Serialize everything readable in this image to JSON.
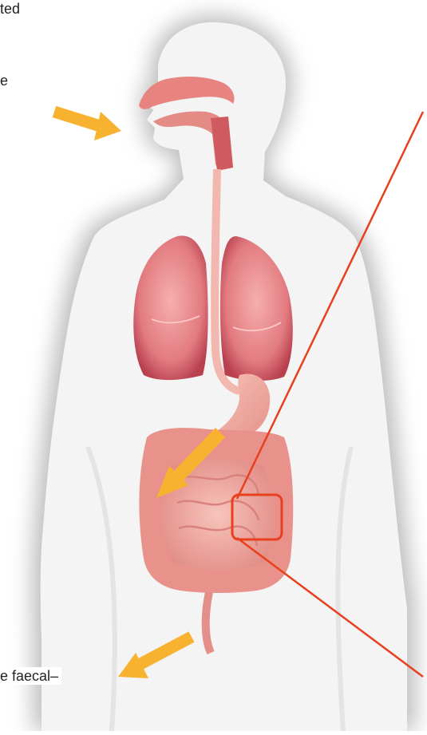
{
  "labels": {
    "top_fragment": "ted",
    "mid_fragment": "e",
    "bottom_fragment": "e faecal–"
  },
  "colors": {
    "arrow": "#F7B230",
    "zoom_line": "#E8401C",
    "body_fill": "#F4F4F4",
    "body_shadow": "#B9B9B9",
    "organ_pink": "#EC8F8E",
    "organ_dark": "#C0434F",
    "intestine": "#EFA59C"
  },
  "icons": [
    "inflow-arrow",
    "digestion-arrow",
    "outflow-arrow"
  ]
}
